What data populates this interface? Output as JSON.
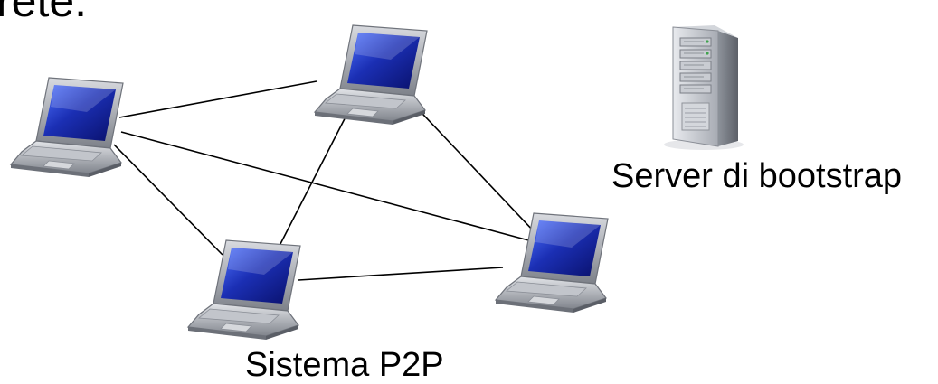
{
  "heading_fragment": "rete.",
  "server": {
    "label": "Server di bootstrap",
    "icon": "server-tower-icon"
  },
  "p2p_system": {
    "label": "Sistema P2P",
    "peer_icon": "laptop-icon",
    "peers": [
      "peer-left",
      "peer-top",
      "peer-bottom",
      "peer-right"
    ],
    "connections": [
      [
        "peer-left",
        "peer-top"
      ],
      [
        "peer-left",
        "peer-bottom"
      ],
      [
        "peer-left",
        "peer-right"
      ],
      [
        "peer-top",
        "peer-bottom"
      ],
      [
        "peer-top",
        "peer-right"
      ],
      [
        "peer-bottom",
        "peer-right"
      ]
    ]
  },
  "colors": {
    "text": "#000000",
    "link": "#000000",
    "screen": "#1a2fa8",
    "laptop_body": "#9a9ea6",
    "server_body": "#c4c7cc"
  }
}
